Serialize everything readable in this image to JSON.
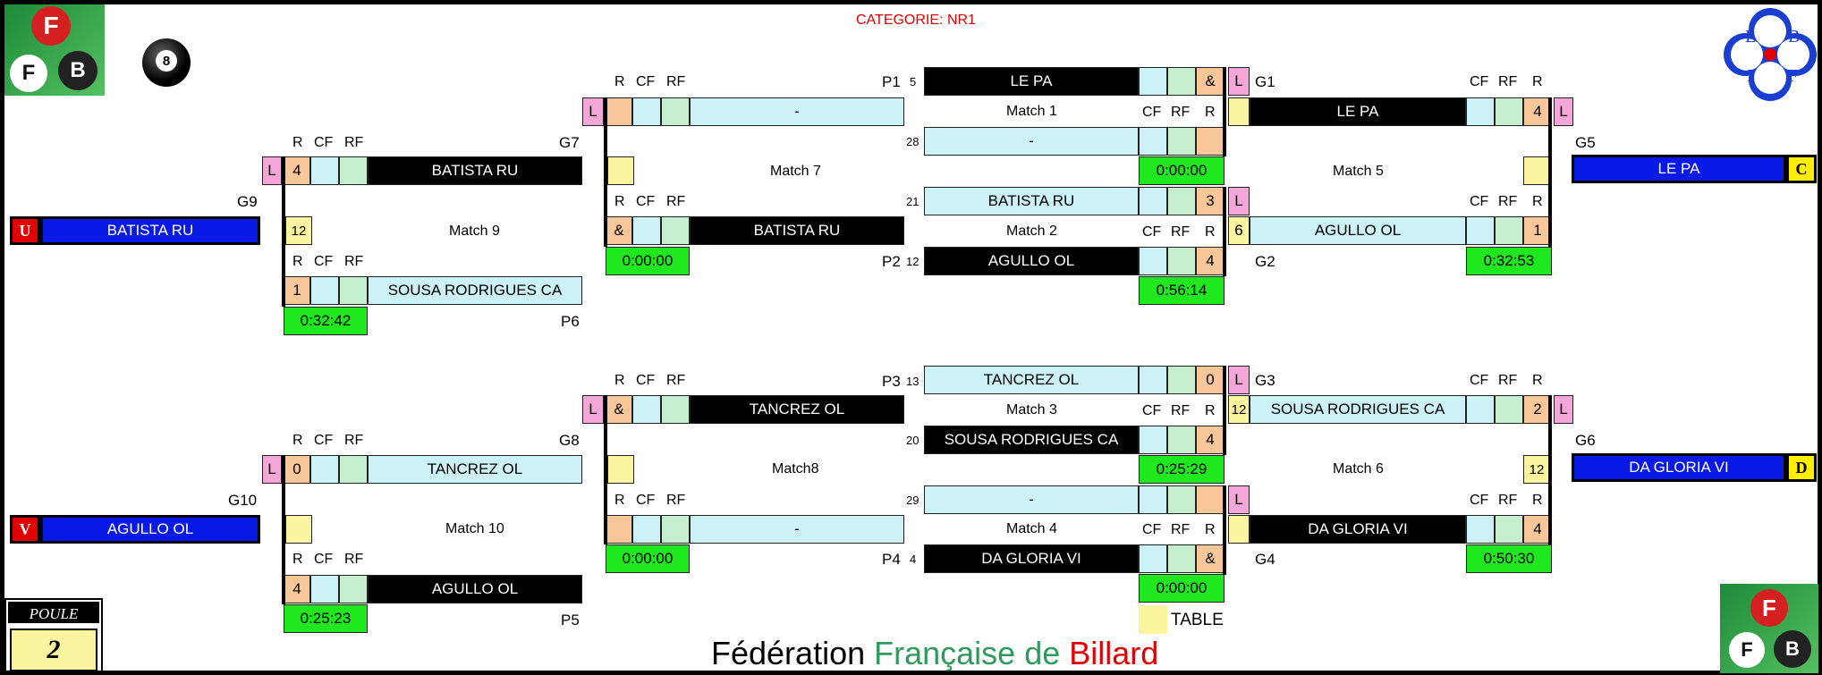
{
  "category": "CATEGORIE: NR1",
  "footer": {
    "w1": "Fédération",
    "w2": "Française de",
    "w3": "Billard"
  },
  "legend": {
    "table": "TABLE"
  },
  "poule": {
    "label": "POULE",
    "value": "2"
  },
  "hdr": {
    "R": "R",
    "CF": "CF",
    "RF": "RF",
    "L": "L",
    "amp": "&"
  },
  "logo": {
    "f": "F",
    "b": "B",
    "eight": "8",
    "lbif": [
      "L",
      "B",
      "I",
      "F"
    ]
  },
  "colors": {
    "black": "#000000",
    "lightblue": "#ccf2f7",
    "blue": "#0a1ae6",
    "orange": "#f7c79a",
    "pink": "#f4a6d8",
    "yellow": "#fbf4a0",
    "green": "#1fe81f",
    "red": "#e00000",
    "fgreen": "#2e9a5e"
  },
  "m1": {
    "label": "Match 1",
    "p1_tag": "P1",
    "n1": "5",
    "player1": "LE PA",
    "s1": "&",
    "n2": "28",
    "player2": "-",
    "time": "0:00:00",
    "out": "G1"
  },
  "m2": {
    "label": "Match 2",
    "n1": "21",
    "player1": "BATISTA RU",
    "s1": "3",
    "n2": "12",
    "p2_tag": "P2",
    "player2": "AGULLO OL",
    "s2": "4",
    "time": "0:56:14",
    "out": "G2"
  },
  "m3": {
    "label": "Match 3",
    "p3_tag": "P3",
    "n1": "13",
    "player1": "TANCREZ OL",
    "s1": "0",
    "n2": "20",
    "player2": "SOUSA RODRIGUES CA",
    "s2": "4",
    "time": "0:25:29",
    "out": "G3"
  },
  "m4": {
    "label": "Match 4",
    "n1": "29",
    "player1": "-",
    "p4_tag": "P4",
    "n2": "4",
    "player2": "DA GLORIA VI",
    "s2": "&",
    "time": "0:00:00",
    "out": "G4"
  },
  "m5": {
    "label": "Match 5",
    "player1": "LE PA",
    "s1": "4",
    "player2": "AGULLO OL",
    "n2": "6",
    "s2": "1",
    "time": "0:32:53",
    "out": "G5",
    "winner": "LE PA",
    "letter": "C"
  },
  "m6": {
    "label": "Match 6",
    "n1": "12",
    "player1": "SOUSA RODRIGUES CA",
    "s1": "2",
    "player2": "DA GLORIA VI",
    "n2": "12",
    "s2": "4",
    "time": "0:50:30",
    "out": "G6",
    "winner": "DA GLORIA VI",
    "letter": "D"
  },
  "m7": {
    "label": "Match 7",
    "player1": "-",
    "s2": "&",
    "player2": "BATISTA RU",
    "time": "0:00:00",
    "in": "G7"
  },
  "m8": {
    "label": "Match8",
    "s1": "&",
    "player1": "TANCREZ OL",
    "player2": "-",
    "time": "0:00:00",
    "in": "G8"
  },
  "m9": {
    "label": "Match 9",
    "s1": "4",
    "player1": "BATISTA RU",
    "n": "12",
    "s2": "1",
    "player2": "SOUSA RODRIGUES CA",
    "time": "0:32:42",
    "p6": "P6",
    "g9": "G9",
    "winner": "BATISTA RU",
    "letter": "U"
  },
  "m10": {
    "label": "Match 10",
    "s1": "0",
    "player1": "TANCREZ OL",
    "s2": "4",
    "player2": "AGULLO OL",
    "time": "0:25:23",
    "p5": "P5",
    "g10": "G10",
    "winner": "AGULLO OL",
    "letter": "V"
  }
}
